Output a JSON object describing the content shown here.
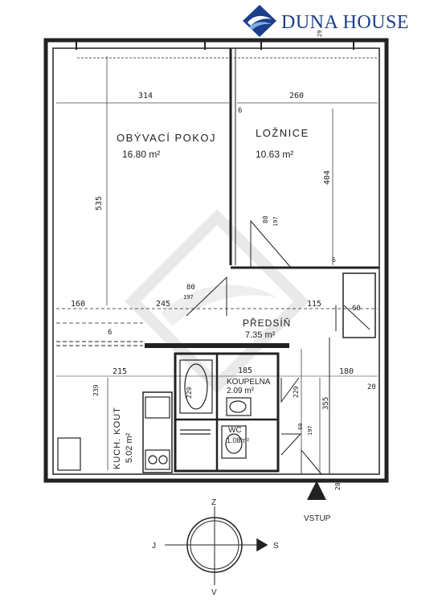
{
  "brand": {
    "name": "DUNA HOUSE",
    "color": "#1c3f8c"
  },
  "rooms": {
    "obyvaci": {
      "name": "OBÝVACÍ POKOJ",
      "area": "16.80 m²"
    },
    "loznice": {
      "name": "LOŽNICE",
      "area": "10.63 m²"
    },
    "predsin": {
      "name": "PŘEDSÍŇ",
      "area": "7.35 m²"
    },
    "koupelna": {
      "name": "KOUPELNA",
      "area": "2.09 m²"
    },
    "wc": {
      "name": "WC",
      "area": "1.08m²"
    },
    "kuch": {
      "name": "KUCH. KOUT",
      "area": "5.02 m²"
    }
  },
  "dims": {
    "d314": "314",
    "d260": "260",
    "d6a": "6",
    "d535": "535",
    "d404": "404",
    "d80a": "80",
    "d197a": "197",
    "d80b": "80",
    "d197b": "197",
    "d160": "160",
    "d245": "245",
    "d115": "115",
    "d60": "60",
    "d6b": "6",
    "d215": "215",
    "d185": "185",
    "d180": "180",
    "d239": "239",
    "d229a": "229",
    "d229b": "229",
    "d355": "355",
    "d20a": "20",
    "d60b": "60",
    "d197c": "197",
    "d20b": "20",
    "d6c": "6",
    "d29": "29"
  },
  "entrance": "VSTUP",
  "compass": {
    "n": "Z",
    "w": "J",
    "e": "S",
    "s": "V"
  }
}
